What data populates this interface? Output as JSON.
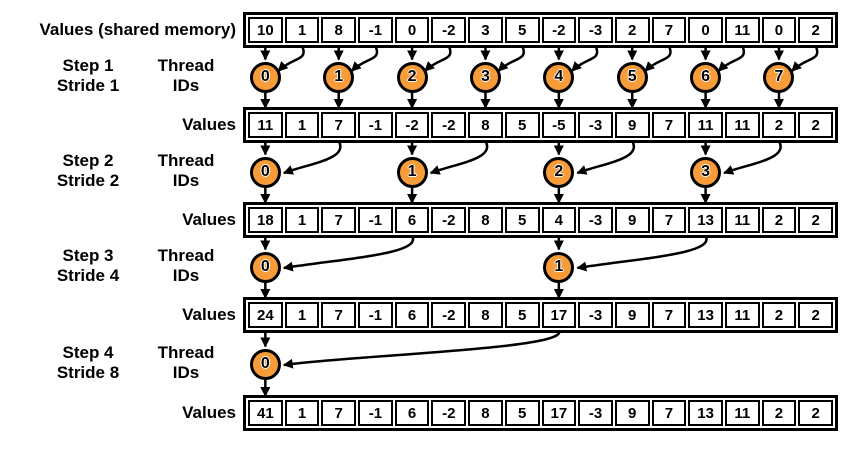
{
  "title_label": "Values (shared memory)",
  "row_label": "Values",
  "thread_label": "Thread\nIDs",
  "colors": {
    "circle_fill": "#F89C3A",
    "line": "#000000",
    "background": "#FFFFFF"
  },
  "value_rows": [
    {
      "name": "shared-memory-values",
      "values": [
        "10",
        "1",
        "8",
        "-1",
        "0",
        "-2",
        "3",
        "5",
        "-2",
        "-3",
        "2",
        "7",
        "0",
        "11",
        "0",
        "2"
      ]
    },
    {
      "name": "values-after-step-1",
      "values": [
        "11",
        "1",
        "7",
        "-1",
        "-2",
        "-2",
        "8",
        "5",
        "-5",
        "-3",
        "9",
        "7",
        "11",
        "11",
        "2",
        "2"
      ]
    },
    {
      "name": "values-after-step-2",
      "values": [
        "18",
        "1",
        "7",
        "-1",
        "6",
        "-2",
        "8",
        "5",
        "4",
        "-3",
        "9",
        "7",
        "13",
        "11",
        "2",
        "2"
      ]
    },
    {
      "name": "values-after-step-3",
      "values": [
        "24",
        "1",
        "7",
        "-1",
        "6",
        "-2",
        "8",
        "5",
        "17",
        "-3",
        "9",
        "7",
        "13",
        "11",
        "2",
        "2"
      ]
    },
    {
      "name": "values-after-step-4",
      "values": [
        "41",
        "1",
        "7",
        "-1",
        "6",
        "-2",
        "8",
        "5",
        "17",
        "-3",
        "9",
        "7",
        "13",
        "11",
        "2",
        "2"
      ]
    }
  ],
  "steps": [
    {
      "step_label": "Step 1",
      "stride_label": "Stride 1",
      "stride": 1,
      "thread_ids": [
        "0",
        "1",
        "2",
        "3",
        "4",
        "5",
        "6",
        "7"
      ]
    },
    {
      "step_label": "Step 2",
      "stride_label": "Stride 2",
      "stride": 2,
      "thread_ids": [
        "0",
        "1",
        "2",
        "3"
      ]
    },
    {
      "step_label": "Step 3",
      "stride_label": "Stride 4",
      "stride": 4,
      "thread_ids": [
        "0",
        "1"
      ]
    },
    {
      "step_label": "Step 4",
      "stride_label": "Stride 8",
      "stride": 8,
      "thread_ids": [
        "0"
      ]
    }
  ]
}
